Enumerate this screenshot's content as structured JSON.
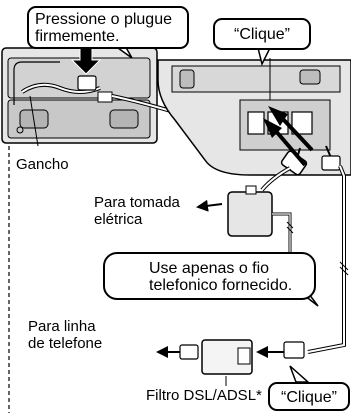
{
  "callouts": {
    "press_plug_line1": "Pressione o plugue",
    "press_plug_line2": "firmemente.",
    "click_top": "“Clique”",
    "click_bottom": "“Clique”",
    "use_cord_line1": "Use apenas o fio",
    "use_cord_line2": "telefonico fornecido."
  },
  "labels": {
    "hook": "Gancho",
    "to_outlet_line1": "Para tomada",
    "to_outlet_line2": "elétrica",
    "to_phone_line_line1": "Para linha",
    "to_phone_line_line2": "de telefone",
    "dsl_filter": "Filtro DSL/ADSL*"
  },
  "colors": {
    "device_fill": "#e6e6e6",
    "device_shade": "#b4b4b4",
    "line": "#000000",
    "arrow_outline": "#ffffff"
  }
}
